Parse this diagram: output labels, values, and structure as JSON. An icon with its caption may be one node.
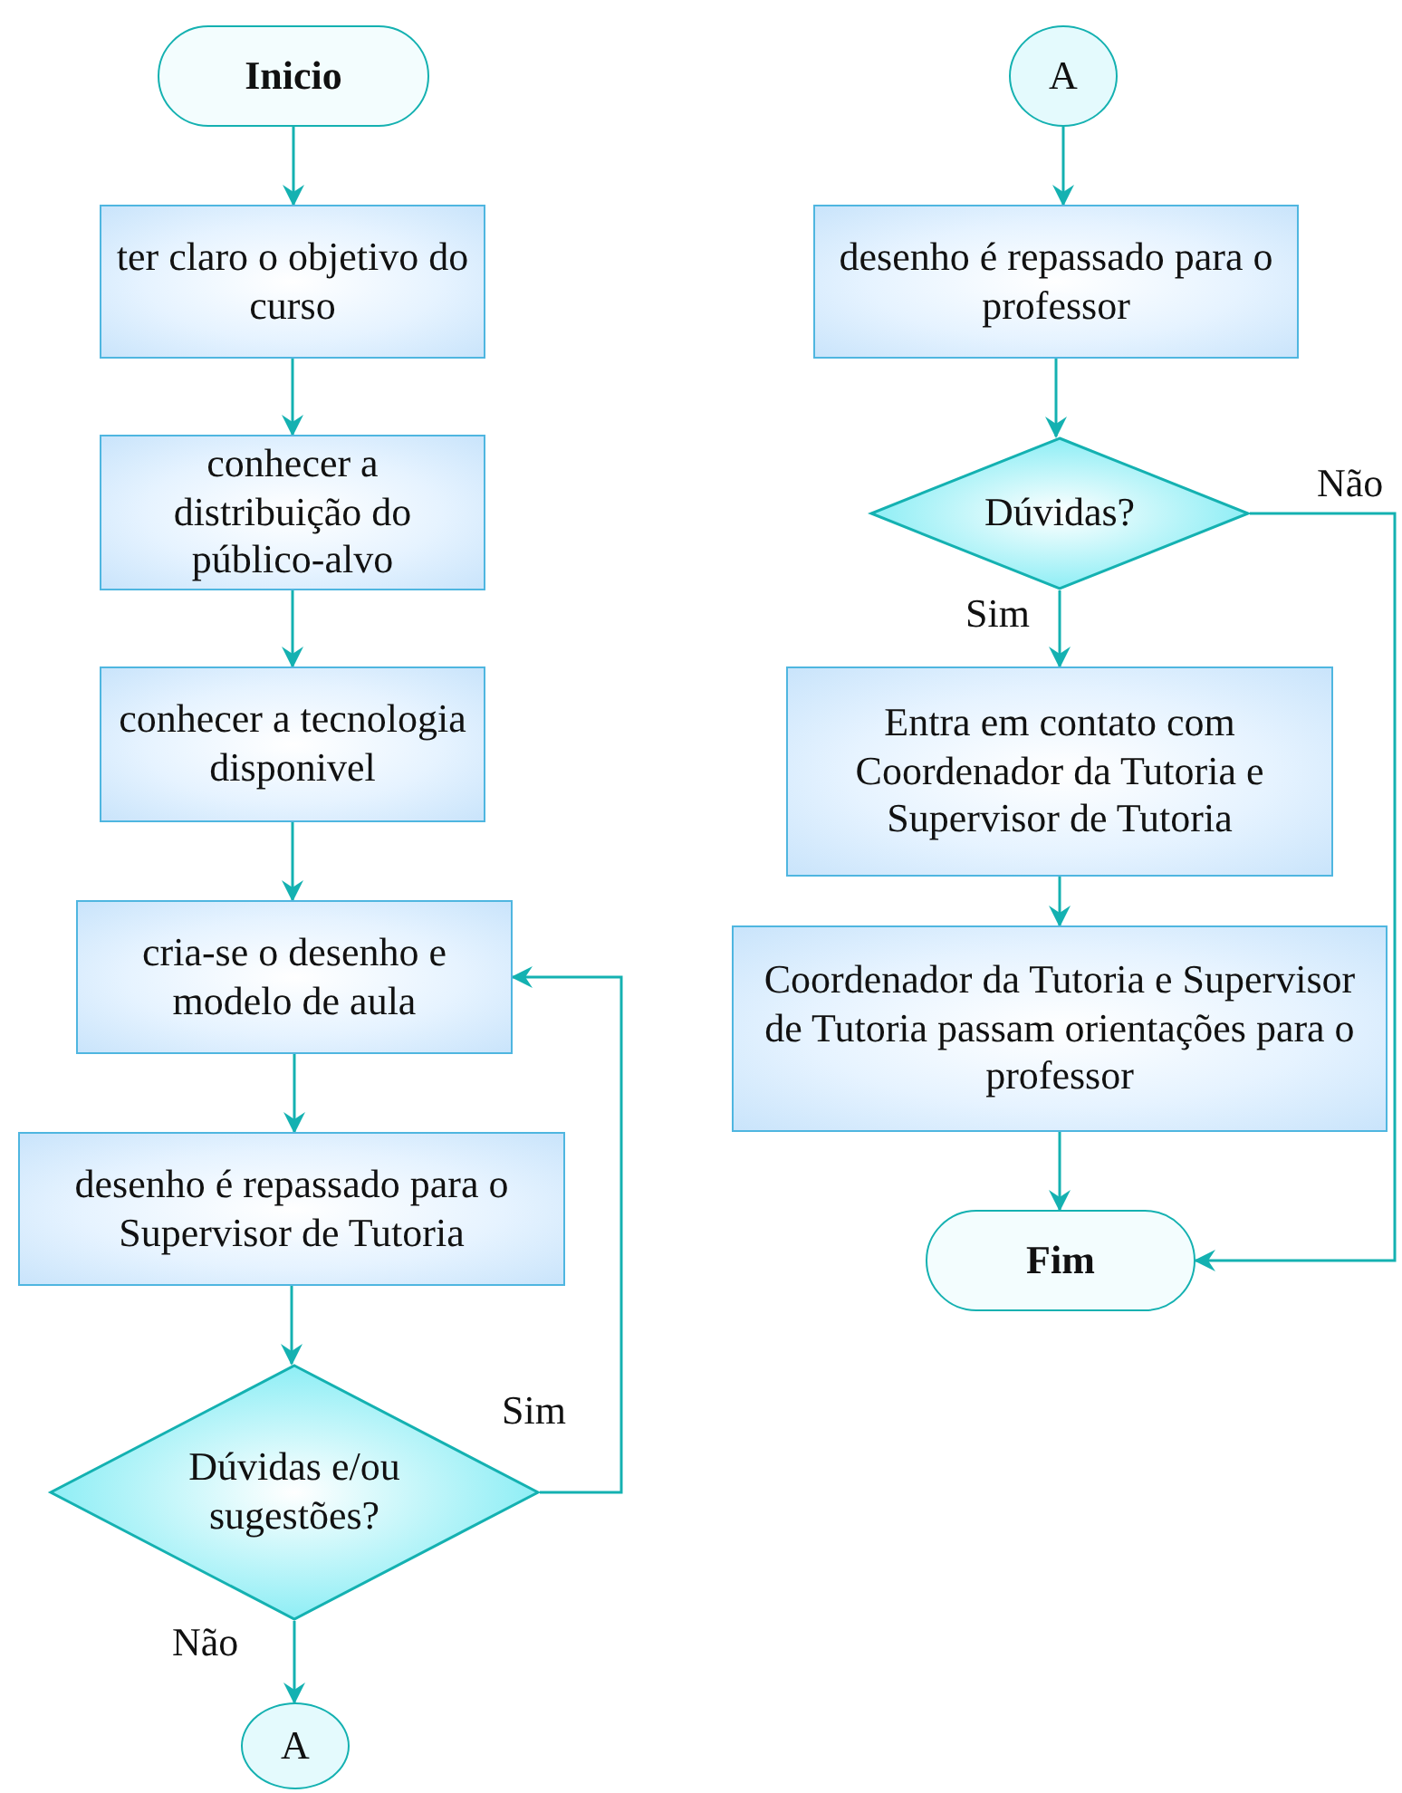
{
  "diagram": {
    "nodes": [
      {
        "text": [
          "Inicio"
        ]
      },
      {
        "text": [
          "ter claro o objetivo do curso"
        ]
      },
      {
        "text": [
          "conhecer a distribuição do público-alvo"
        ]
      },
      {
        "text": [
          "conhecer a tecnologia disponivel"
        ]
      },
      {
        "text": [
          "cria-se o desenho e modelo de aula"
        ]
      },
      {
        "text": [
          "desenho é repassado para o Supervisor de Tutoria"
        ]
      },
      {
        "text": [
          "Dúvidas e/ou sugestões?"
        ]
      },
      {
        "text": [
          "A"
        ]
      },
      {
        "text": [
          "A"
        ]
      },
      {
        "text": [
          "desenho é repassado para o professor"
        ]
      },
      {
        "text": [
          "Dúvidas?"
        ]
      },
      {
        "text": [
          "Entra em contato com Coordenador da Tutoria e Supervisor de Tutoria"
        ]
      },
      {
        "text": [
          "Coordenador da Tutoria e Supervisor de Tutoria passam orientações para o professor"
        ]
      },
      {
        "text": [
          "Fim"
        ]
      }
    ],
    "edges": [
      {
        "from": 0,
        "to": 1,
        "arrow": "to"
      },
      {
        "from": 1,
        "to": 2,
        "arrow": "to"
      },
      {
        "from": 2,
        "to": 3,
        "arrow": "to"
      },
      {
        "from": 3,
        "to": 4,
        "arrow": "to"
      },
      {
        "from": 4,
        "to": 5,
        "arrow": "to"
      },
      {
        "from": 5,
        "to": 6,
        "arrow": "to"
      },
      {
        "from": 6,
        "to": 4,
        "arrow": "to",
        "label": "Sim"
      },
      {
        "from": 6,
        "to": 7,
        "arrow": "to",
        "label": "Não"
      },
      {
        "from": 8,
        "to": 9,
        "arrow": "to"
      },
      {
        "from": 9,
        "to": 10,
        "arrow": "to"
      },
      {
        "from": 10,
        "to": 11,
        "arrow": "to",
        "label": "Sim"
      },
      {
        "from": 11,
        "to": 12,
        "arrow": "to"
      },
      {
        "from": 12,
        "to": 13,
        "arrow": "to"
      },
      {
        "from": 10,
        "to": 13,
        "arrow": "to",
        "label": "Não"
      }
    ]
  }
}
